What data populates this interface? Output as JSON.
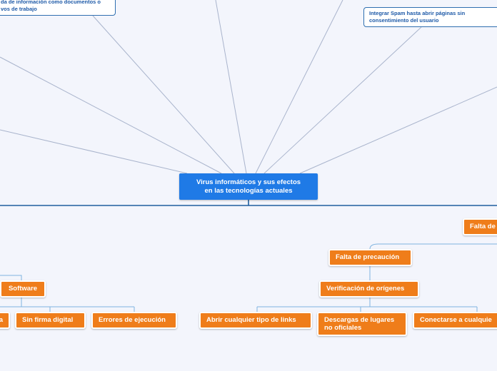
{
  "central": {
    "line1": "Virus informáticos y sus efectos",
    "line2": "en las tecnologías actuales"
  },
  "notes": {
    "top_left_line1": "da de información como documentos o",
    "top_left_line2": "vos de trabajo",
    "top_right": "Integrar Spam hasta abrir páginas sin consentimiento del usuario"
  },
  "nodes": {
    "falta_de_edge": "Falta de",
    "falta_precaucion": "Falta de precaución",
    "verificacion": "Verificación de orígenes",
    "abrir_links": "Abrir cualquier tipo de links",
    "descargas": "Descargas de lugares no oficiales",
    "conectarse": "Conectarse a cualquie",
    "software": "Software",
    "sin_firma": "Sin firma digital",
    "errores": "Errores de ejecución",
    "left_edge": "a"
  },
  "colors": {
    "background": "#f3f5fc",
    "central": "#1f7ae6",
    "orange": "#ef7d1a",
    "line": "#a9b4cc",
    "link": "#7fb3df",
    "main_line": "#1f5f9e"
  }
}
